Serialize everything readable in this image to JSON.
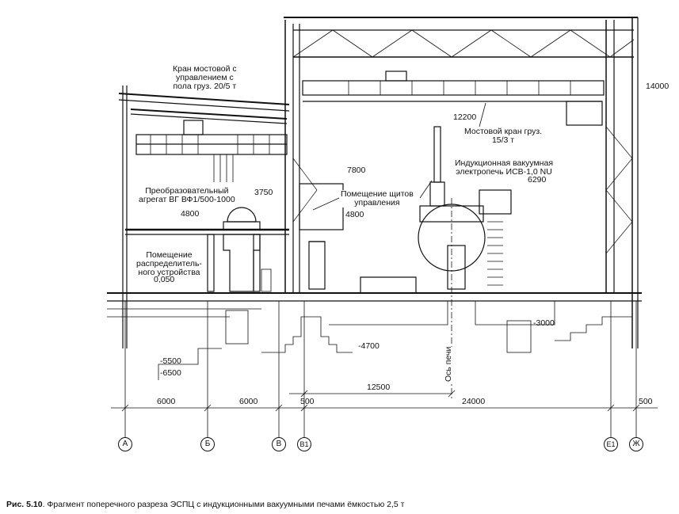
{
  "labels": {
    "crane_small": [
      "Кран мостовой с",
      "управлением с",
      "пола груз. 20/5 т"
    ],
    "converter": [
      "Преобразовательный",
      "агрегат ВГ ВФ1/500-1000"
    ],
    "switchgear_room": [
      "Помещение",
      "распределитель-",
      "ного устройства"
    ],
    "control_room": [
      "Помещение щитов",
      "управления"
    ],
    "crane_main": [
      "Мостовой кран груз.",
      "15/3 т"
    ],
    "furnace": [
      "Индукционная вакуумная",
      "электропечь ИСВ-1,0 NU"
    ],
    "furnace_axis": "Ось печи"
  },
  "elevations": {
    "e14000": "14000",
    "e12200": "12200",
    "e7800": "7800",
    "e6290": "6290",
    "e4800_left": "4800",
    "e4800_right": "4800",
    "e3750": "3750",
    "e0050": "0,050",
    "e_4700": "-4700",
    "e_5500": "-5500",
    "e_6500": "-6500",
    "e_3000": "-3000"
  },
  "dimensions": {
    "d1": "6000",
    "d2": "6000",
    "d3": "500",
    "d4": "24000",
    "d5": "500",
    "d_axis": "12500"
  },
  "axes": [
    "А",
    "Б",
    "В",
    "В1",
    "Е1",
    "Ж"
  ],
  "caption": {
    "number": "Рис. 5.10",
    "text": ". Фрагмент поперечного разреза ЭСПЦ с индукционными вакуумными печами ёмкостью 2,5 т"
  }
}
